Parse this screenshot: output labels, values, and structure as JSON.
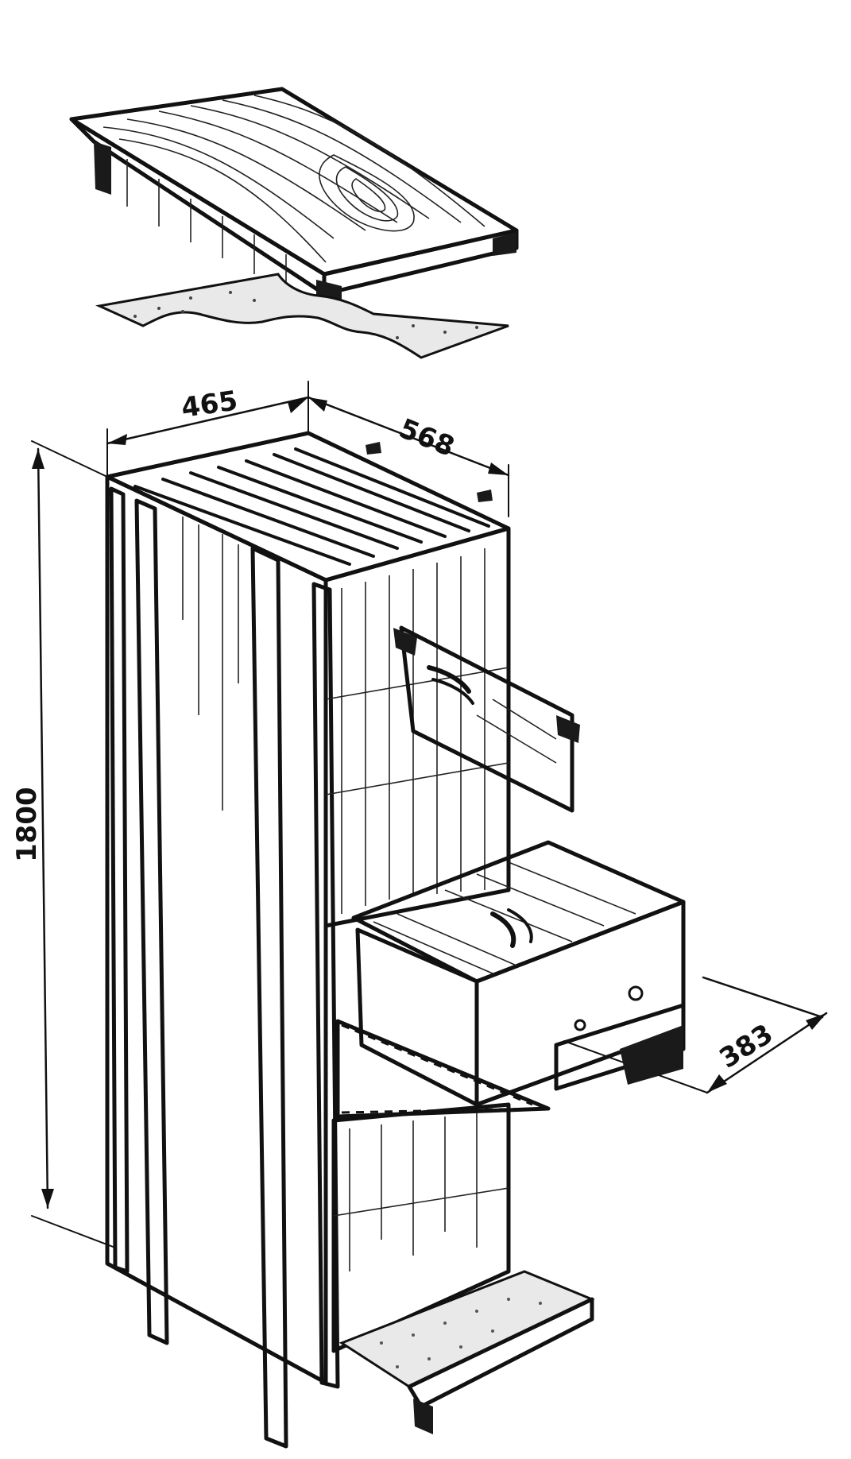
{
  "dimensions": {
    "width": "465",
    "depth": "568",
    "height": "1800",
    "frame": "383"
  },
  "parts": [
    "roof",
    "roof-mat",
    "hive-body",
    "top-frames",
    "hanging-frame",
    "pull-out-box",
    "support-bracket",
    "entrance-landing-board"
  ]
}
